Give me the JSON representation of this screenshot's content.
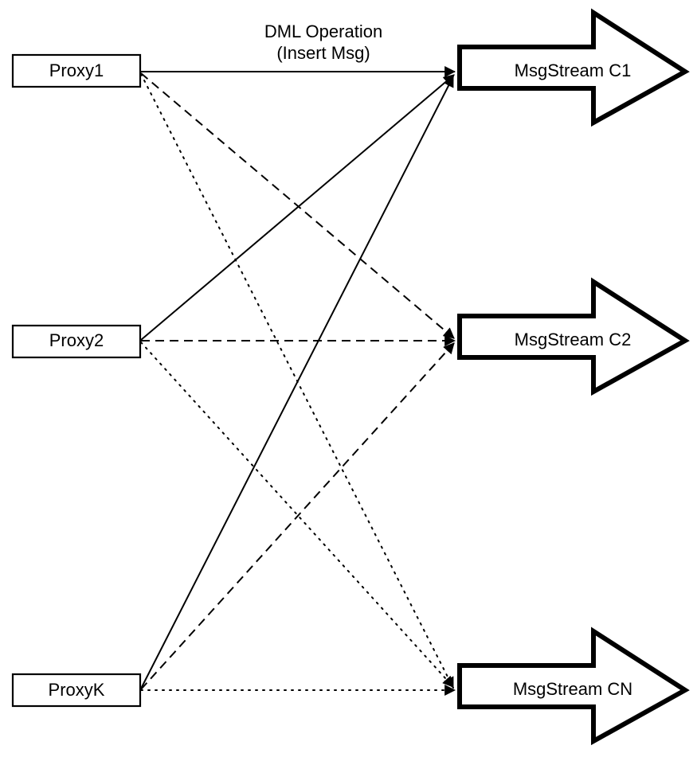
{
  "diagram": {
    "title": "Proxy to MsgStream fan-out diagram",
    "background_color": "#ffffff",
    "stroke_color": "#000000",
    "annotations": [
      {
        "id": "dml-operation-label",
        "line1": "DML Operation",
        "line2": "(Insert Msg)"
      }
    ],
    "proxies": [
      {
        "id": "proxy1",
        "label": "Proxy1"
      },
      {
        "id": "proxy2",
        "label": "Proxy2"
      },
      {
        "id": "proxyk",
        "label": "ProxyK"
      }
    ],
    "streams": [
      {
        "id": "msgstream-c1",
        "label": "MsgStream C1"
      },
      {
        "id": "msgstream-c2",
        "label": "MsgStream C2"
      },
      {
        "id": "msgstream-cn",
        "label": "MsgStream CN"
      }
    ],
    "edges": [
      {
        "id": "proxy1-to-c1",
        "from": "Proxy1",
        "to": "MsgStream C1",
        "style": "solid"
      },
      {
        "id": "proxy1-to-c2",
        "from": "Proxy1",
        "to": "MsgStream C2",
        "style": "dashed"
      },
      {
        "id": "proxy1-to-cn",
        "from": "Proxy1",
        "to": "MsgStream CN",
        "style": "dotted"
      },
      {
        "id": "proxy2-to-c1",
        "from": "Proxy2",
        "to": "MsgStream C1",
        "style": "solid"
      },
      {
        "id": "proxy2-to-c2",
        "from": "Proxy2",
        "to": "MsgStream C2",
        "style": "dashed"
      },
      {
        "id": "proxy2-to-cn",
        "from": "Proxy2",
        "to": "MsgStream CN",
        "style": "dotted"
      },
      {
        "id": "proxyk-to-c1",
        "from": "ProxyK",
        "to": "MsgStream C1",
        "style": "solid"
      },
      {
        "id": "proxyk-to-c2",
        "from": "ProxyK",
        "to": "MsgStream C2",
        "style": "dashed"
      },
      {
        "id": "proxyk-to-cn",
        "from": "ProxyK",
        "to": "MsgStream CN",
        "style": "dotted"
      }
    ]
  }
}
